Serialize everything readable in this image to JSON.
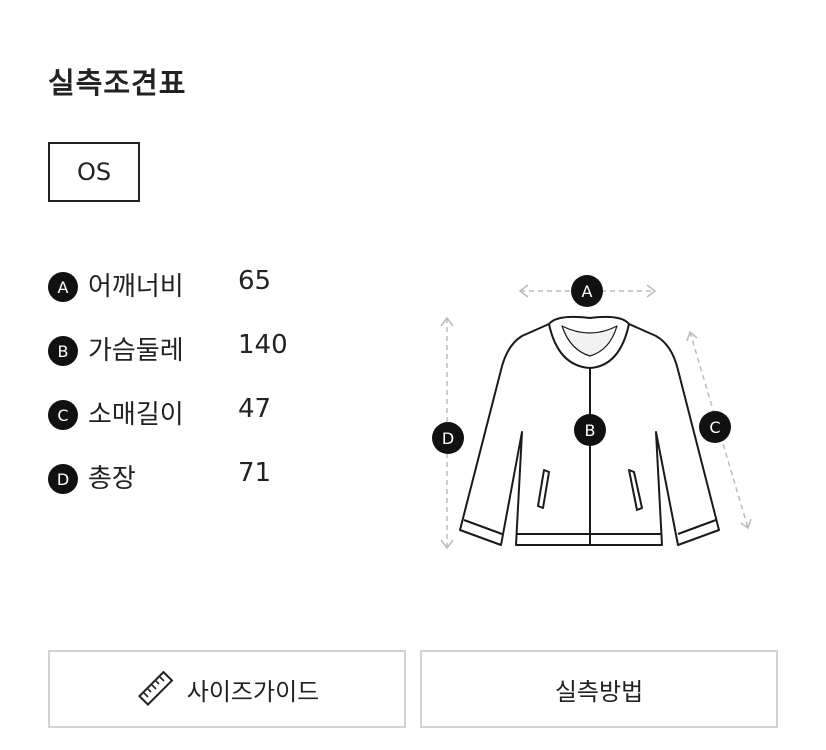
{
  "title": "실측조견표",
  "size_tab": "OS",
  "measurements": [
    {
      "badge": "A",
      "label": "어깨너비",
      "value": "65"
    },
    {
      "badge": "B",
      "label": "가슴둘레",
      "value": "140"
    },
    {
      "badge": "C",
      "label": "소매길이",
      "value": "47"
    },
    {
      "badge": "D",
      "label": "총장",
      "value": "71"
    }
  ],
  "diagram": {
    "labels": {
      "a": "A",
      "b": "B",
      "c": "C",
      "d": "D"
    }
  },
  "buttons": {
    "size_guide": {
      "label": "사이즈가이드",
      "icon": "ruler-icon"
    },
    "measure_method": {
      "label": "실측방법"
    }
  },
  "colors": {
    "text": "#222222",
    "badge": "#111111",
    "border_light": "#d3d3d3",
    "guide_line": "#bbbbbb"
  }
}
